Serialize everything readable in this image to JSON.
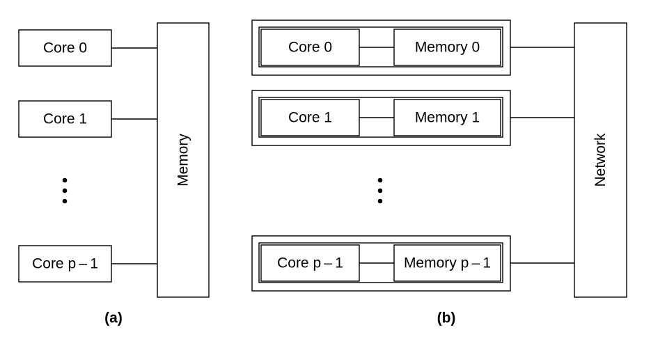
{
  "panel_a": {
    "cores": [
      "Core 0",
      "Core 1",
      "Core p – 1"
    ],
    "memory_label": "Memory",
    "caption": "(a)"
  },
  "panel_b": {
    "nodes": [
      {
        "core": "Core 0",
        "memory": "Memory 0"
      },
      {
        "core": "Core 1",
        "memory": "Memory 1"
      },
      {
        "core": "Core p – 1",
        "memory": "Memory p – 1"
      }
    ],
    "network_label": "Network",
    "caption": "(b)"
  }
}
